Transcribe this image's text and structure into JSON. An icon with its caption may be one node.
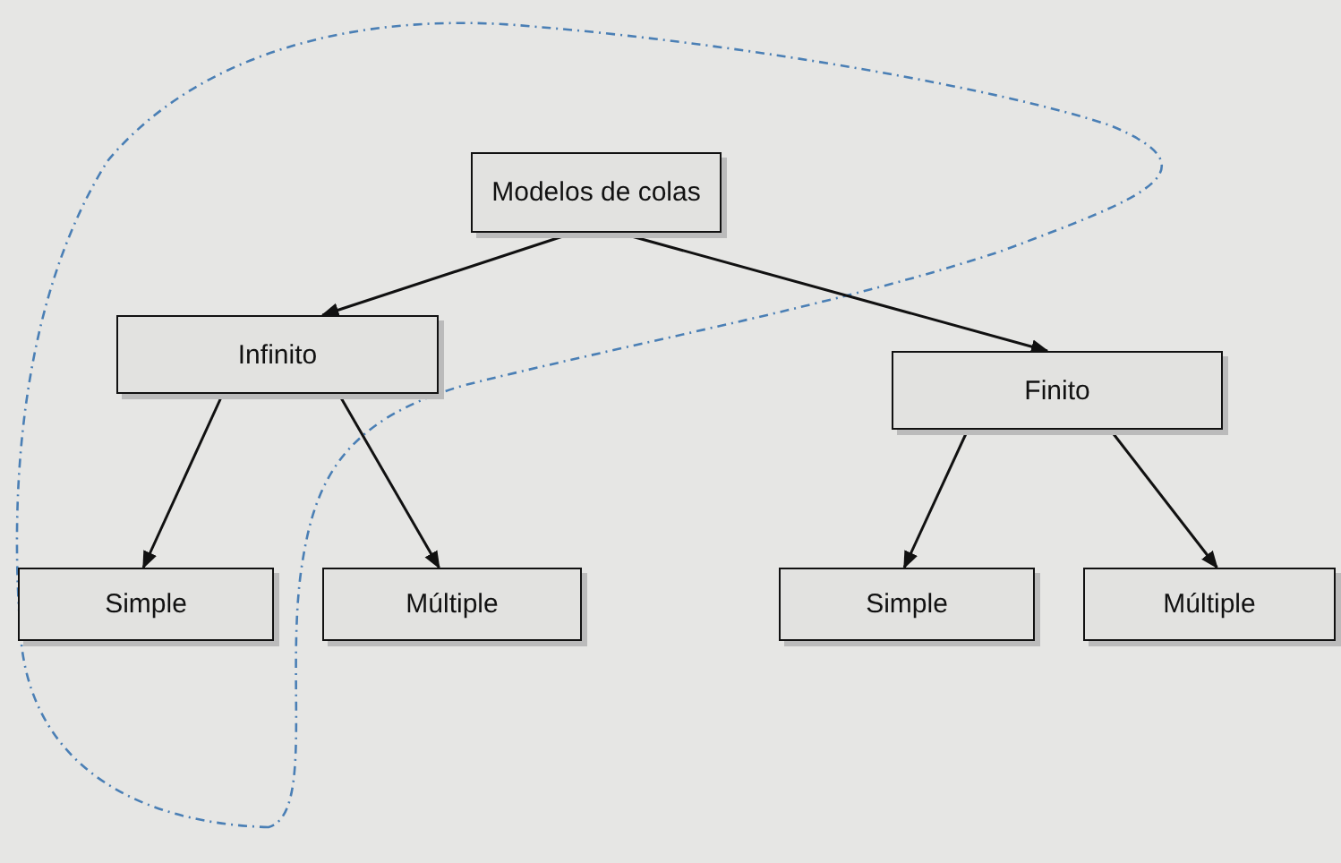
{
  "diagram": {
    "nodes": [
      {
        "text": [
          "Modelos de colas"
        ]
      },
      {
        "text": [
          "Infinito"
        ]
      },
      {
        "text": [
          "Finito"
        ]
      },
      {
        "text": [
          "Simple"
        ]
      },
      {
        "text": [
          "Múltiple"
        ]
      },
      {
        "text": [
          "Simple"
        ]
      },
      {
        "text": [
          "Múltiple"
        ]
      }
    ],
    "edges": [
      {
        "from": 0,
        "to": 1,
        "arrow": "to"
      },
      {
        "from": 0,
        "to": 2,
        "arrow": "to"
      },
      {
        "from": 1,
        "to": 3,
        "arrow": "to"
      },
      {
        "from": 1,
        "to": 4,
        "arrow": "to"
      },
      {
        "from": 2,
        "to": 5,
        "arrow": "to"
      },
      {
        "from": 2,
        "to": 6,
        "arrow": "to"
      }
    ]
  }
}
